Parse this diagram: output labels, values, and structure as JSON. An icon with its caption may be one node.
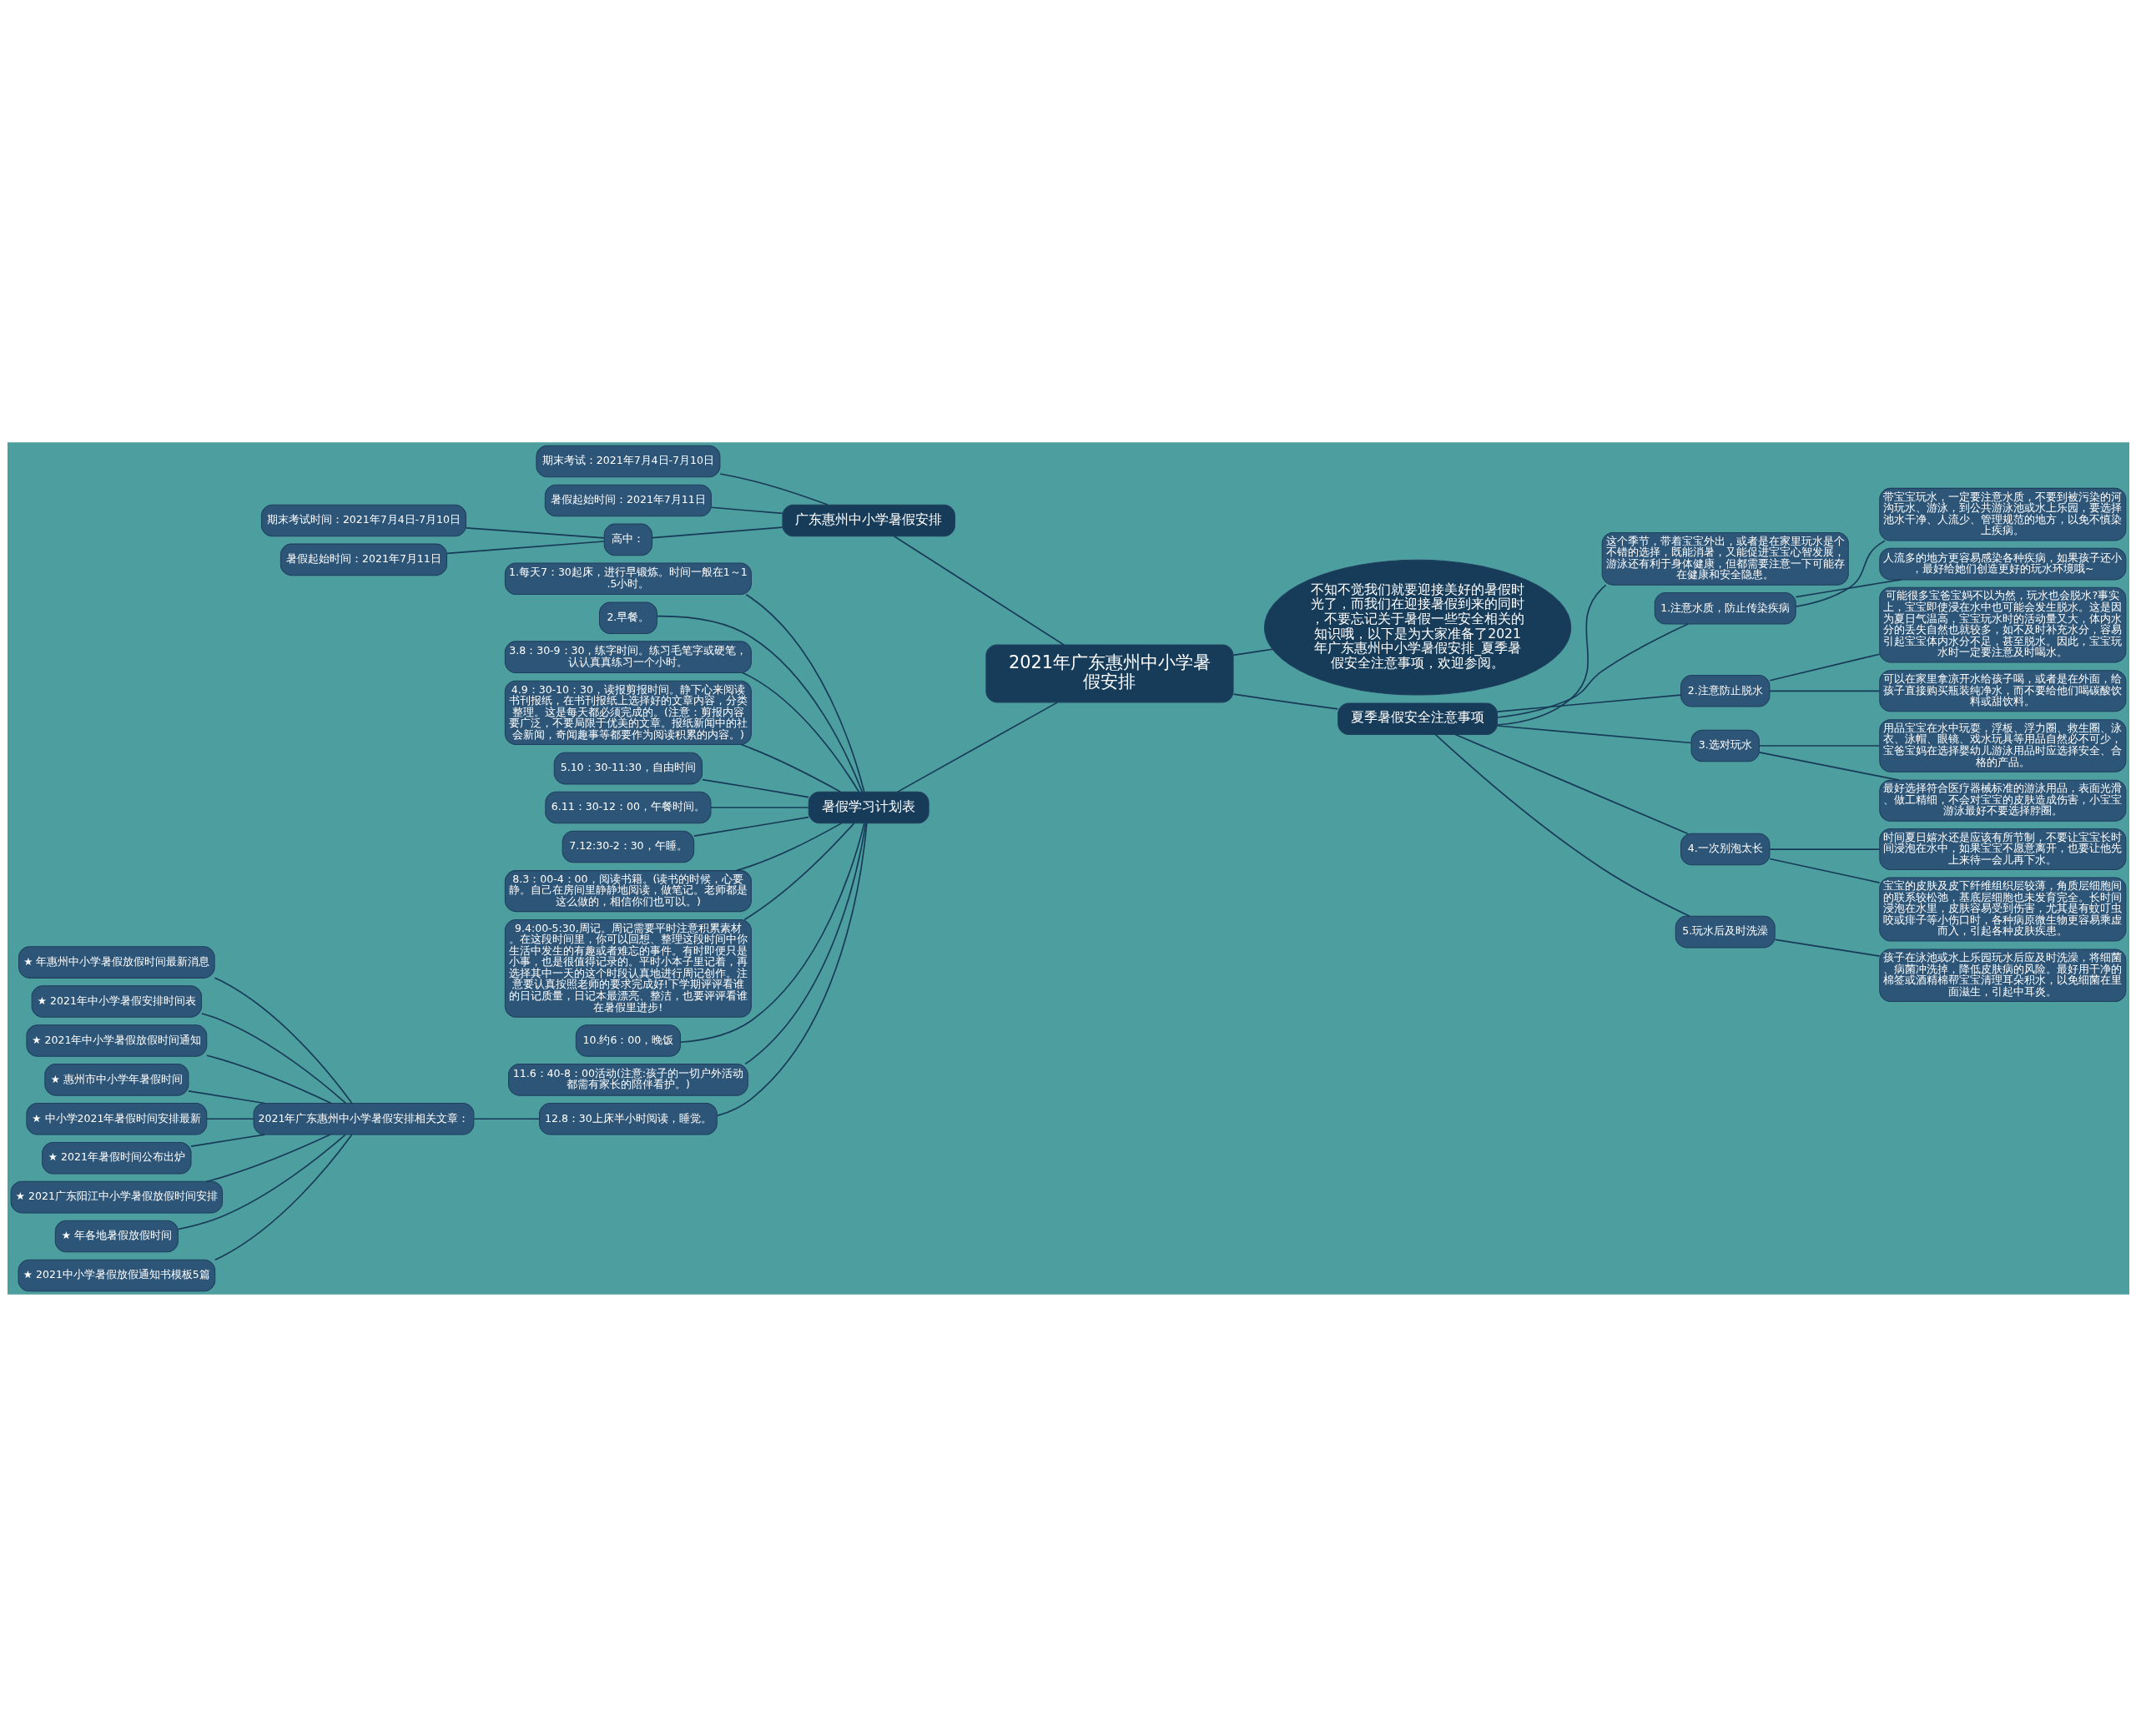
{
  "diagram": {
    "nodes": [
      {
        "text": [
          "2021年广东惠州中小学暑假安排"
        ]
      },
      {
        "text": [
          "广东惠州中小学暑假安排"
        ]
      },
      {
        "text": [
          "期末考试：2021年7月4日-7月10日"
        ]
      },
      {
        "text": [
          "暑假起始时间：2021年7月11日"
        ]
      },
      {
        "text": [
          "高中："
        ]
      },
      {
        "text": [
          "期末考试时间：2021年7月4日-7月10日"
        ]
      },
      {
        "text": [
          "暑假起始时间：2021年7月11日"
        ]
      },
      {
        "text": [
          "暑假学习计划表"
        ]
      },
      {
        "text": [
          "1.每天7：30起床，进行早锻炼。时间一般在1～1.5小时。"
        ]
      },
      {
        "text": [
          "2.早餐。"
        ]
      },
      {
        "text": [
          "3.8：30-9：30，练字时间。练习毛笔字或硬笔，认认真真练习一个小时。"
        ]
      },
      {
        "text": [
          "4.9：30-10：30，读报剪报时间。静下心来阅读书刊报纸，在书刊报纸上选择好的文章内容，分类整理。这是每天都必须完成的。(注意：剪报内容要广泛，不要局限于优美的文章。报纸新闻中的社会新闻，奇闻趣事等都要作为阅读积累的内容。)"
        ]
      },
      {
        "text": [
          "5.10：30-11:30，自由时间"
        ]
      },
      {
        "text": [
          "6.11：30-12：00，午餐时间。"
        ]
      },
      {
        "text": [
          "7.12:30-2：30，午睡。"
        ]
      },
      {
        "text": [
          "8.3：00-4：00，阅读书籍。(读书的时候，心要静。自己在房间里静静地阅读，做笔记。老师都是这么做的，相信你们也可以。)"
        ]
      },
      {
        "text": [
          "9.4:00-5:30,周记。周记需要平时注意积累素材。在这段时间里，你可以回想、整理这段时间中你生活中发生的有趣或者难忘的事件。有时即便只是小事，也是很值得记录的。平时小本子里记着，再选择其中一天的这个时段认真地进行周记创作。注意要认真按照老师的要求完成好!下学期评评看谁的日记质量，日记本最漂亮、整洁，也要评评看谁在暑假里进步!"
        ]
      },
      {
        "text": [
          "10.约6：00，晚饭"
        ]
      },
      {
        "text": [
          "11.6：40-8：00活动(注意:孩子的一切户外活动都需有家长的陪伴看护。)"
        ]
      },
      {
        "text": [
          "12.8：30上床半小时阅读，睡觉。"
        ]
      },
      {
        "text": [
          "2021年广东惠州中小学暑假安排相关文章："
        ]
      },
      {
        "text": [
          "★ 年惠州中小学暑假放假时间最新消息"
        ]
      },
      {
        "text": [
          "★ 2021年中小学暑假安排时间表"
        ]
      },
      {
        "text": [
          "★ 2021年中小学暑假放假时间通知"
        ]
      },
      {
        "text": [
          "★ 惠州市中小学年暑假时间"
        ]
      },
      {
        "text": [
          "★ 中小学2021年暑假时间安排最新"
        ]
      },
      {
        "text": [
          "★ 2021年暑假时间公布出炉"
        ]
      },
      {
        "text": [
          "★ 2021广东阳江中小学暑假放假时间安排"
        ]
      },
      {
        "text": [
          "★ 年各地暑假放假时间"
        ]
      },
      {
        "text": [
          "★ 2021中小学暑假放假通知书模板5篇"
        ]
      },
      {
        "text": [
          "不知不觉我们就要迎接美好的暑假时光了，而我们在迎接暑假到来的同时，不要忘记关于暑假一些安全相关的知识哦，以下是为大家准备了2021年广东惠州中小学暑假安排_夏季暑假安全注意事项，欢迎参阅。"
        ]
      },
      {
        "text": [
          "夏季暑假安全注意事项"
        ]
      },
      {
        "text": [
          "这个季节，带着宝宝外出，或者是在家里玩水是个不错的选择，既能消暑，又能促进宝宝心智发展，游泳还有利于身体健康，但都需要注意一下可能存在健康和安全隐患。"
        ]
      },
      {
        "text": [
          "1.注意水质，防止传染疾病"
        ]
      },
      {
        "text": [
          "带宝宝玩水，一定要注意水质，不要到被污染的河沟玩水、游泳，到公共游泳池或水上乐园，要选择池水干净、人流少、管理规范的地方，以免不慎染上疾病。"
        ]
      },
      {
        "text": [
          "人流多的地方更容易感染各种疾病，如果孩子还小，最好给她们创造更好的玩水环境哦~"
        ]
      },
      {
        "text": [
          "2.注意防止脱水"
        ]
      },
      {
        "text": [
          "可能很多宝爸宝妈不以为然，玩水也会脱水?事实上，宝宝即使浸在水中也可能会发生脱水。这是因为夏日气温高，宝宝玩水时的活动量又大，体内水分的丢失自然也就较多，如不及时补充水分，容易引起宝宝体内水分不足，甚至脱水。因此，宝宝玩水时一定要注意及时喝水。"
        ]
      },
      {
        "text": [
          "可以在家里拿凉开水给孩子喝，或者是在外面，给孩子直接购买瓶装纯净水，而不要给他们喝碳酸饮料或甜饮料。"
        ]
      },
      {
        "text": [
          "3.选对玩水"
        ]
      },
      {
        "text": [
          "用品宝宝在水中玩耍，浮板、浮力圈、救生圈、泳衣、泳帽、眼镜、戏水玩具等用品自然必不可少，宝爸宝妈在选择婴幼儿游泳用品时应选择安全、合格的产品。"
        ]
      },
      {
        "text": [
          "最好选择符合医疗器械标准的游泳用品，表面光滑、做工精细，不会对宝宝的皮肤造成伤害，小宝宝游泳最好不要选择脖圈。"
        ]
      },
      {
        "text": [
          "4.一次别泡太长"
        ]
      },
      {
        "text": [
          "时间夏日嬉水还是应该有所节制，不要让宝宝长时间浸泡在水中，如果宝宝不愿意离开，也要让他先上来待一会儿再下水。"
        ]
      },
      {
        "text": [
          "宝宝的皮肤及皮下纤维组织层较薄，角质层细胞间的联系较松弛，基底层细胞也未发育完全。长时间浸泡在水里，皮肤容易受到伤害，尤其是有蚊叮虫咬或痱子等小伤口时，各种病原微生物更容易乘虚而入，引起各种皮肤疾患。"
        ]
      },
      {
        "text": [
          "5.玩水后及时洗澡"
        ]
      },
      {
        "text": [
          "孩子在泳池或水上乐园玩水后应及时洗澡，将细菌、病菌冲洗掉，降低皮肤病的风险。最好用干净的棉签或酒精棉帮宝宝清理耳朵积水，以免细菌在里面滋生，引起中耳炎。"
        ]
      }
    ],
    "edges": [
      {
        "from": 0,
        "to": 1,
        "arrow": "none"
      },
      {
        "from": 1,
        "to": 2,
        "arrow": "none"
      },
      {
        "from": 1,
        "to": 3,
        "arrow": "none"
      },
      {
        "from": 1,
        "to": 4,
        "arrow": "none"
      },
      {
        "from": 4,
        "to": 5,
        "arrow": "none"
      },
      {
        "from": 4,
        "to": 6,
        "arrow": "none"
      },
      {
        "from": 0,
        "to": 7,
        "arrow": "none"
      },
      {
        "from": 7,
        "to": 8,
        "arrow": "none"
      },
      {
        "from": 7,
        "to": 9,
        "arrow": "none"
      },
      {
        "from": 7,
        "to": 10,
        "arrow": "none"
      },
      {
        "from": 7,
        "to": 11,
        "arrow": "none"
      },
      {
        "from": 7,
        "to": 12,
        "arrow": "none"
      },
      {
        "from": 7,
        "to": 13,
        "arrow": "none"
      },
      {
        "from": 7,
        "to": 14,
        "arrow": "none"
      },
      {
        "from": 7,
        "to": 15,
        "arrow": "none"
      },
      {
        "from": 7,
        "to": 16,
        "arrow": "none"
      },
      {
        "from": 7,
        "to": 17,
        "arrow": "none"
      },
      {
        "from": 7,
        "to": 18,
        "arrow": "none"
      },
      {
        "from": 7,
        "to": 19,
        "arrow": "none"
      },
      {
        "from": 19,
        "to": 20,
        "arrow": "none"
      },
      {
        "from": 20,
        "to": 21,
        "arrow": "none"
      },
      {
        "from": 20,
        "to": 22,
        "arrow": "none"
      },
      {
        "from": 20,
        "to": 23,
        "arrow": "none"
      },
      {
        "from": 20,
        "to": 24,
        "arrow": "none"
      },
      {
        "from": 20,
        "to": 25,
        "arrow": "none"
      },
      {
        "from": 20,
        "to": 26,
        "arrow": "none"
      },
      {
        "from": 20,
        "to": 27,
        "arrow": "none"
      },
      {
        "from": 20,
        "to": 28,
        "arrow": "none"
      },
      {
        "from": 20,
        "to": 29,
        "arrow": "none"
      },
      {
        "from": 0,
        "to": 30,
        "arrow": "none"
      },
      {
        "from": 0,
        "to": 31,
        "arrow": "none"
      },
      {
        "from": 31,
        "to": 32,
        "arrow": "none"
      },
      {
        "from": 31,
        "to": 33,
        "arrow": "none"
      },
      {
        "from": 33,
        "to": 34,
        "arrow": "none"
      },
      {
        "from": 33,
        "to": 35,
        "arrow": "none"
      },
      {
        "from": 31,
        "to": 36,
        "arrow": "none"
      },
      {
        "from": 36,
        "to": 37,
        "arrow": "none"
      },
      {
        "from": 36,
        "to": 38,
        "arrow": "none"
      },
      {
        "from": 31,
        "to": 39,
        "arrow": "none"
      },
      {
        "from": 39,
        "to": 40,
        "arrow": "none"
      },
      {
        "from": 39,
        "to": 41,
        "arrow": "none"
      },
      {
        "from": 31,
        "to": 42,
        "arrow": "none"
      },
      {
        "from": 42,
        "to": 43,
        "arrow": "none"
      },
      {
        "from": 42,
        "to": 44,
        "arrow": "none"
      },
      {
        "from": 31,
        "to": 45,
        "arrow": "none"
      },
      {
        "from": 45,
        "to": 46,
        "arrow": "none"
      }
    ]
  }
}
